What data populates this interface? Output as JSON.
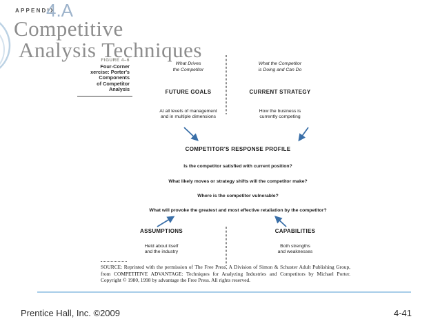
{
  "header": {
    "appendix_label": "APPENDIX",
    "appendix_number": "4.A",
    "title_line1": "Competitive",
    "title_line2": "Analysis Techniques"
  },
  "figure": {
    "caption": {
      "number": "FIGURE 4–6",
      "lines": [
        "Four-Corner",
        "xercise: Porter's",
        "Components",
        "of Competitor",
        "Analysis"
      ]
    },
    "top_left": {
      "q1": "What Drives",
      "q2": "the Competitor",
      "heading": "FUTURE GOALS",
      "d1": "At all levels of management",
      "d2": "and in multiple dimensions"
    },
    "top_right": {
      "q1": "What the Competitor",
      "q2": "is Doing and Can Do",
      "heading": "CURRENT STRATEGY",
      "d1": "How the business is",
      "d2": "currently competing"
    },
    "center": {
      "heading": "COMPETITOR'S RESPONSE PROFILE",
      "questions": [
        "Is the competitor satisfied with current position?",
        "What likely moves or strategy shifts will the competitor make?",
        "Where is the competitor vulnerable?",
        "What will provoke the greatest and most effective retaliation by the competitor?"
      ]
    },
    "bottom_left": {
      "heading": "ASSUMPTIONS",
      "d1": "Held about itself",
      "d2": "and the industry"
    },
    "bottom_right": {
      "heading": "CAPABILITIES",
      "d1": "Both strengths",
      "d2": "and weaknesses"
    },
    "source": "SOURCE: Reprinted with the permission of The Free Press, A Division of Simon & Schuster Adult Publishing Group, from COMPETITIVE ADVANTAGE: Techniques for Analyzing Industries and Competitors by Michael Porter. Copyright © 1980, 1998 by advantage the Free Press. All rights reserved."
  },
  "footer": {
    "copyright": "Prentice Hall, Inc. ©2009",
    "page_number": "4-41"
  },
  "colors": {
    "arrow_blue": "#3a6fa8",
    "dashed_line": "#333333",
    "footer_rule_blue": "#a7cde9",
    "appendix_number_blue": "#9db3cb",
    "title_gray": "#8d8d8d",
    "decor_arc_blue": "#bcd2e4"
  }
}
